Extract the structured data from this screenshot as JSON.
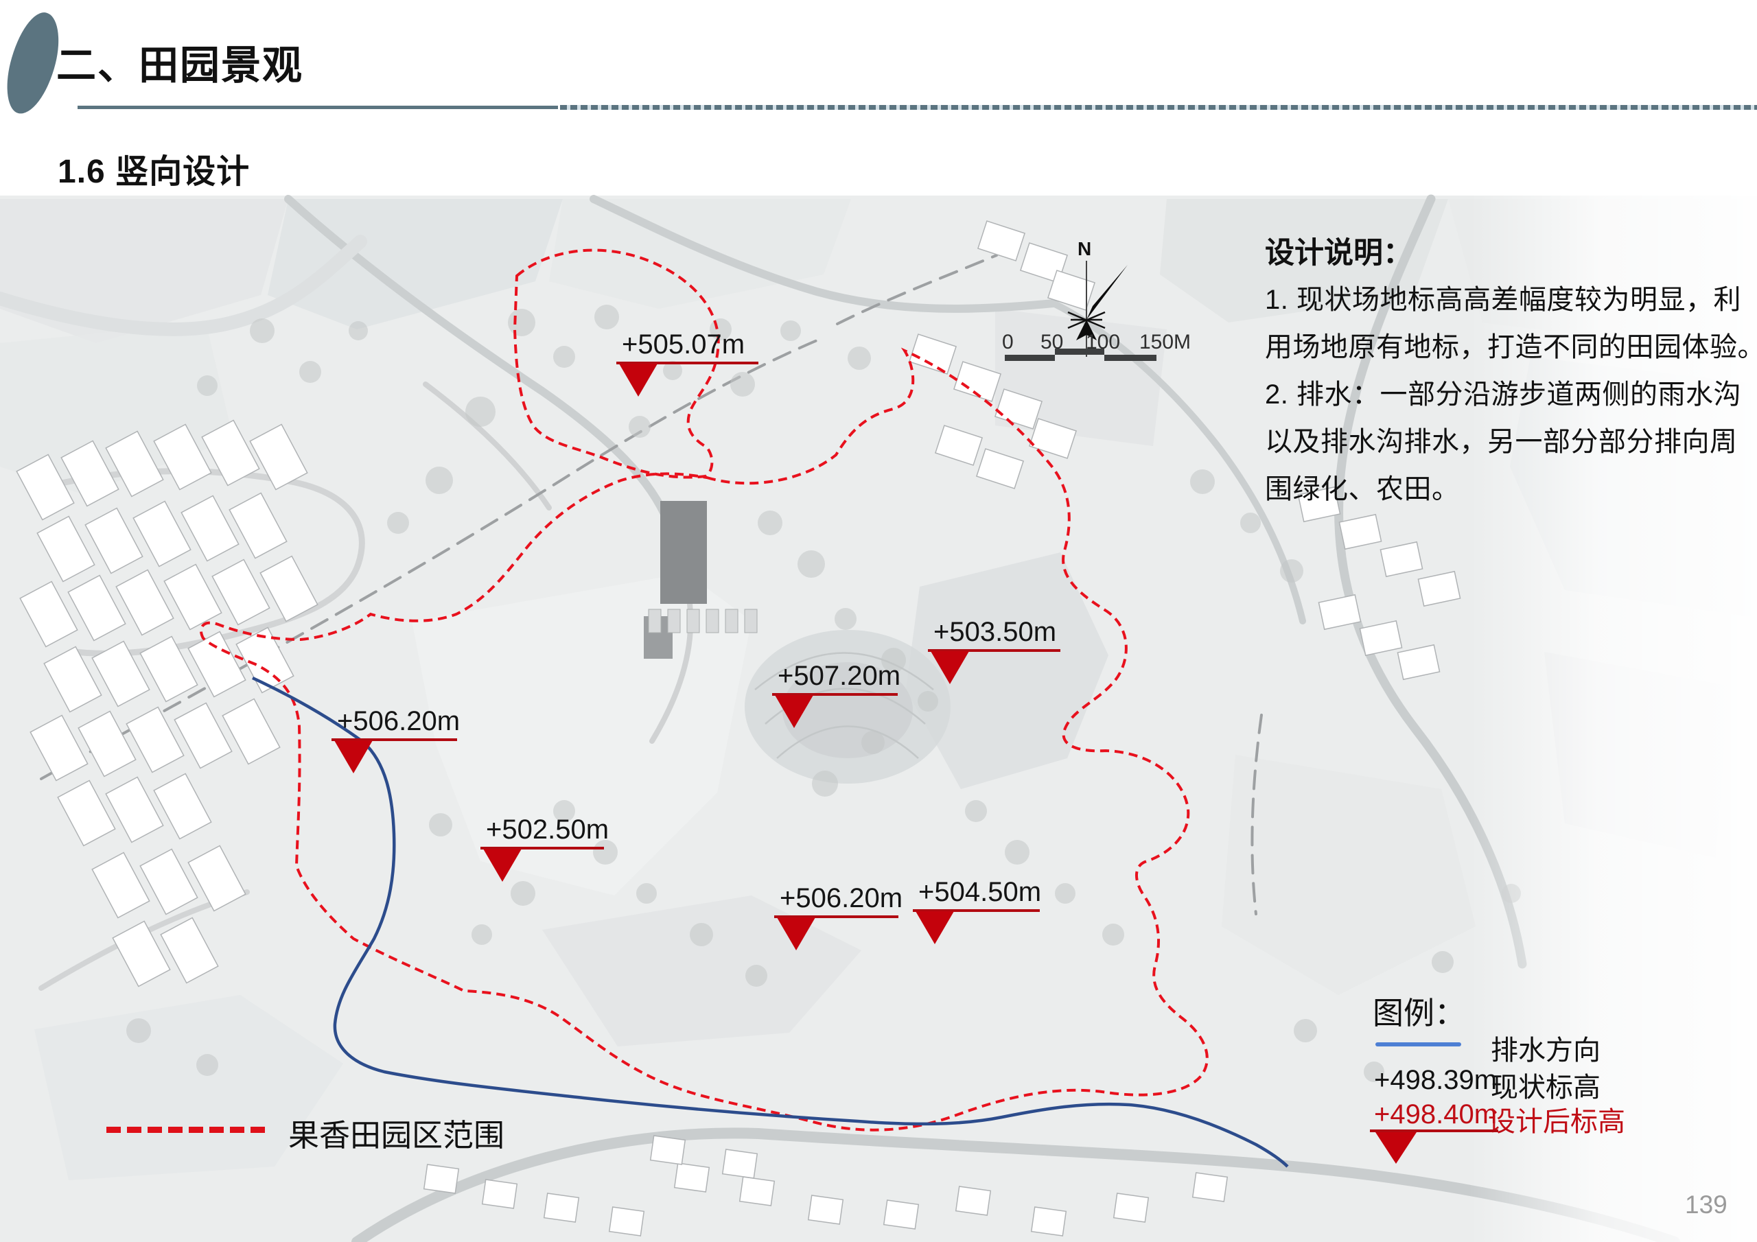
{
  "header": {
    "section_title": "二、田园景观",
    "subtitle": "1.6 竖向设计"
  },
  "design_notes": {
    "title": "设计说明：",
    "lines": [
      "1. 现状场地标高高差幅度较为明显，利",
      "用场地原有地标，打造不同的田园体验。",
      "2. 排水：一部分沿游步道两侧的雨水沟",
      "以及排水沟排水，另一部分部分排向周",
      "围绿化、农田。"
    ]
  },
  "compass": {
    "label": "N"
  },
  "scale_bar": {
    "ticks": [
      "0",
      "50",
      "100",
      "150M"
    ]
  },
  "elevation_markers": [
    {
      "value": "+505.07m"
    },
    {
      "value": "+503.50m"
    },
    {
      "value": "+507.20m"
    },
    {
      "value": "+506.20m"
    },
    {
      "value": "+502.50m"
    },
    {
      "value": "+506.20m"
    },
    {
      "value": "+504.50m"
    }
  ],
  "legend": {
    "title": "图例：",
    "drainage_label": "排水方向",
    "current_value": "+498.39m",
    "current_label": "现状标高",
    "designed_value": "+498.40m",
    "designed_label": "设计后标高"
  },
  "boundary_legend": {
    "label": "果香田园区范围"
  },
  "page_number": "139",
  "colors": {
    "accent_red": "#c4020c",
    "boundary_red": "#e8111d",
    "drainage_blue": "#2c4c8c",
    "legend_blue": "#4d7fd4",
    "header_slate": "#5b7480"
  }
}
